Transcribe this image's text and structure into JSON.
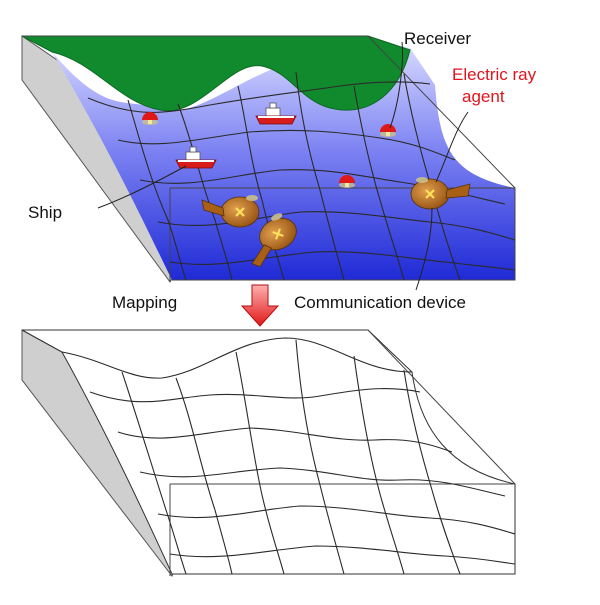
{
  "labels": {
    "receiver": "Receiver",
    "electric_ray_line1": "Electric ray",
    "electric_ray_line2": "agent",
    "ship": "Ship",
    "mapping": "Mapping",
    "communication_device": "Communication device"
  },
  "colors": {
    "water_deep": "#1f2ad6",
    "water_light": "#c9ccff",
    "land": "#118a2e",
    "side_face": "#c8c8c8",
    "arrow": "#e01818",
    "label_accent": "#e0141e",
    "ray_body": "#b36a18",
    "ship_hull": "#d81c1c"
  },
  "icons": {
    "ship": "ship-icon",
    "receiver": "buoy-icon",
    "agent": "electric-ray-icon",
    "arrow": "down-arrow-icon"
  }
}
